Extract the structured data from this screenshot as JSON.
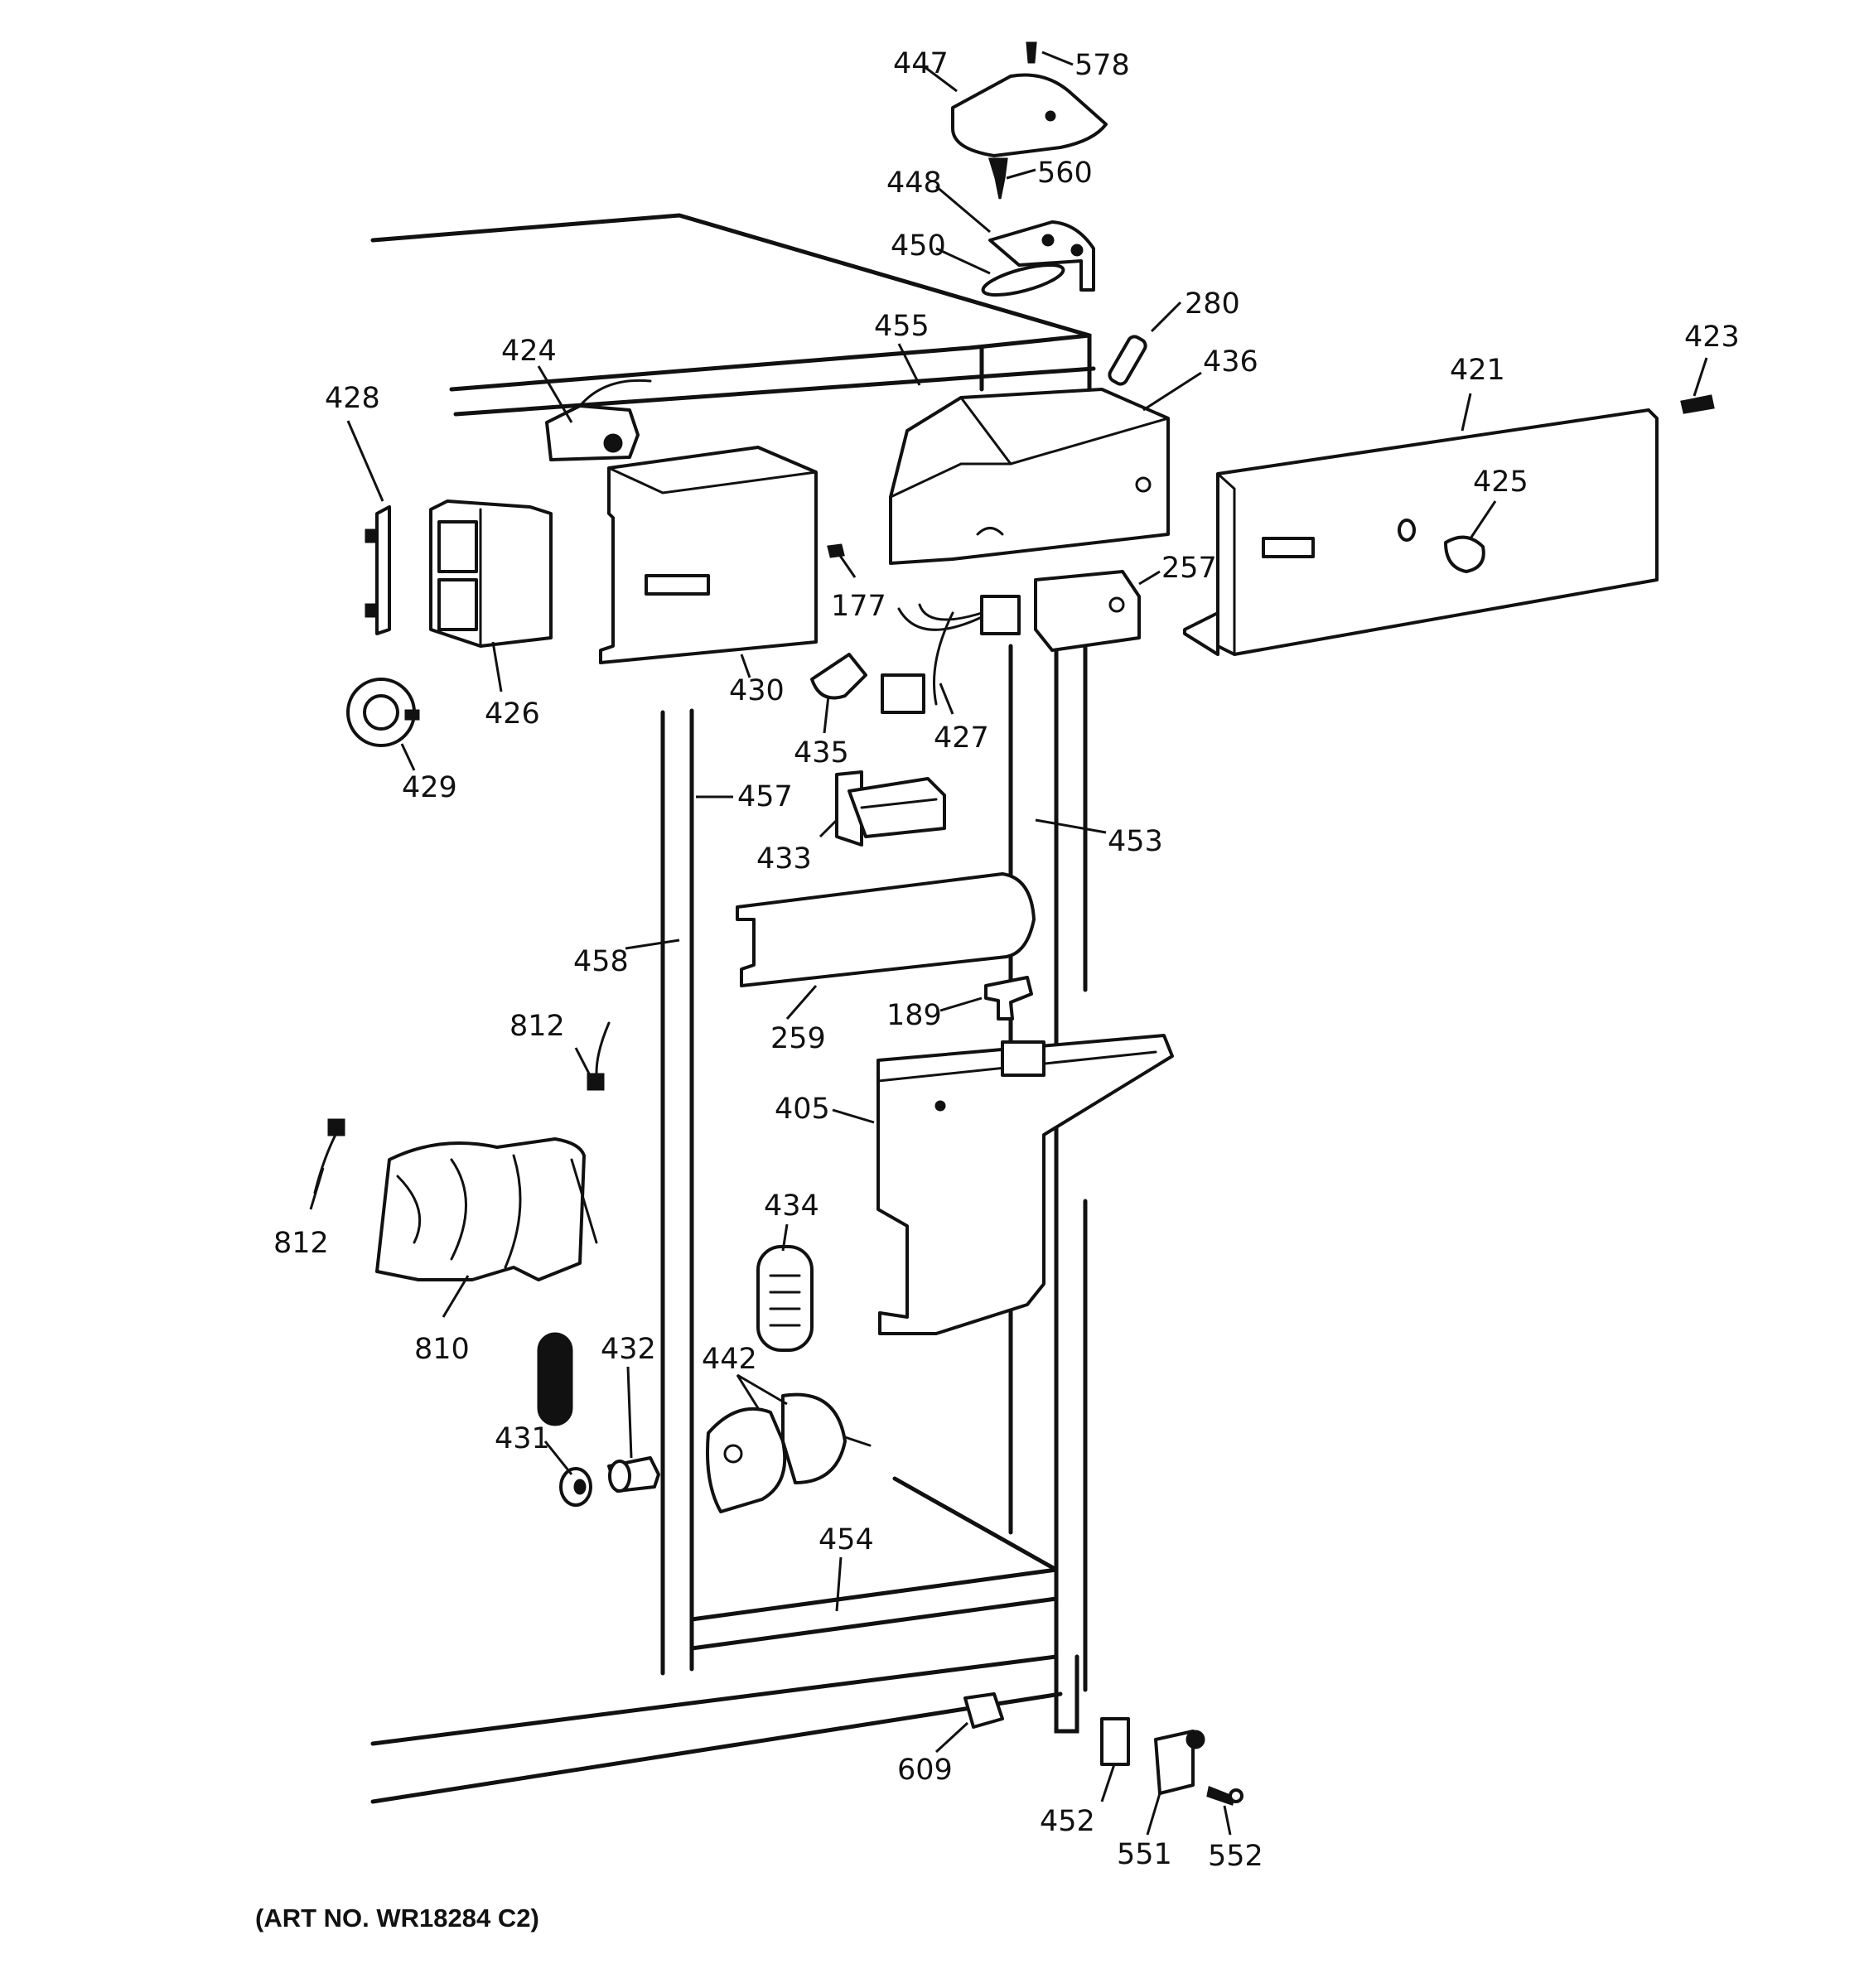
{
  "diagram": {
    "art_number": "(ART NO. WR18284 C2)",
    "callouts": [
      "447",
      "578",
      "560",
      "448",
      "450",
      "280",
      "455",
      "436",
      "424",
      "421",
      "423",
      "428",
      "425",
      "257",
      "177",
      "426",
      "430",
      "427",
      "435",
      "429",
      "457",
      "453",
      "433",
      "458",
      "812",
      "259",
      "189",
      "405",
      "434",
      "812",
      "432",
      "442",
      "810",
      "431",
      "454",
      "609",
      "452",
      "551",
      "552"
    ]
  }
}
